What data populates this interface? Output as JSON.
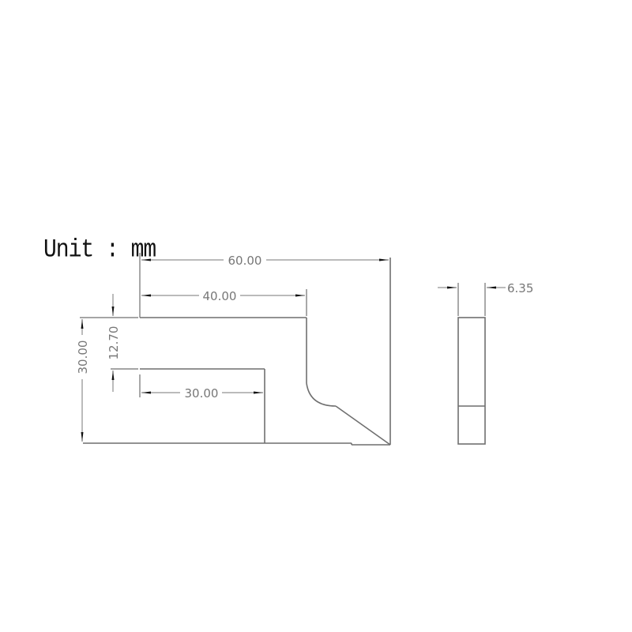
{
  "unit_label": "Unit : mm",
  "colors": {
    "outline": "#6f6f6f",
    "dimension_text": "#777777",
    "arrow": "#111111",
    "background": "#ffffff"
  },
  "front_view": {
    "dimensions": {
      "overall_width": "60.00",
      "top_arm_width": "40.00",
      "notch_width": "30.00",
      "overall_height": "30.00",
      "notch_height": "12.70"
    }
  },
  "side_view": {
    "dimensions": {
      "thickness": "6.35"
    }
  }
}
